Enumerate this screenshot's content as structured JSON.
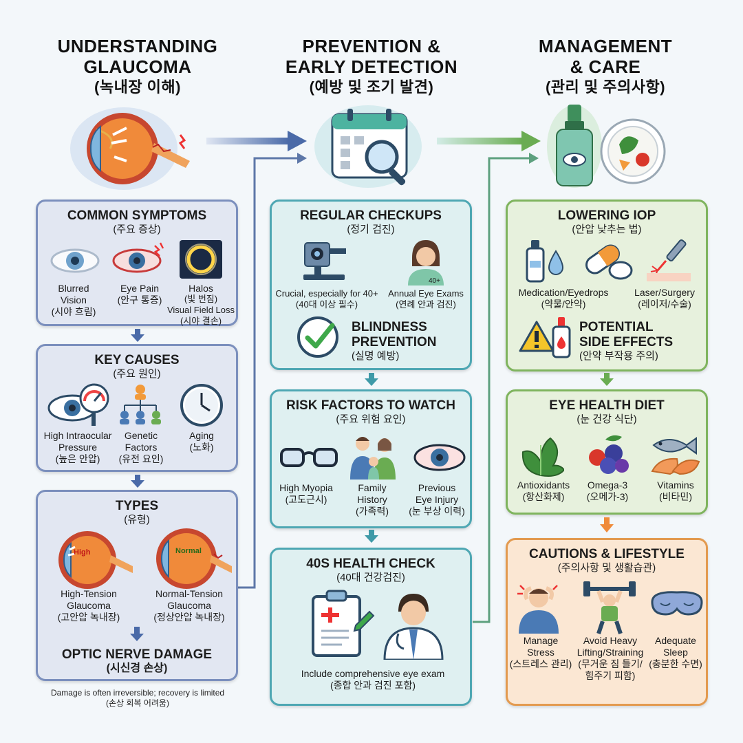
{
  "columns": [
    {
      "title_line1": "UNDERSTANDING",
      "title_line2": "GLAUCOMA",
      "title_ko": "(녹내장 이해)"
    },
    {
      "title_line1": "PREVENTION &",
      "title_line2": "EARLY DETECTION",
      "title_ko": "(예방 및 조기 발견)"
    },
    {
      "title_line1": "MANAGEMENT",
      "title_line2": "& CARE",
      "title_ko": "(관리 및 주의사항)"
    }
  ],
  "symptoms": {
    "title": "COMMON SYMPTOMS",
    "title_ko": "(주요 증상)",
    "items": [
      {
        "label1": "Blurred",
        "label2": "Vision",
        "label_ko": "(시야 흐림)"
      },
      {
        "label1": "Eye Pain",
        "label2": "",
        "label_ko": "(안구 통증)"
      },
      {
        "label1": "Halos",
        "label2": "(빛 번짐)",
        "label3": "Visual Field Loss",
        "label_ko": "(시야 결손)"
      }
    ]
  },
  "causes": {
    "title": "KEY CAUSES",
    "title_ko": "(주요 원인)",
    "items": [
      {
        "label1": "High Intraocular",
        "label2": "Pressure",
        "label_ko": "(높은 안압)"
      },
      {
        "label1": "Genetic",
        "label2": "Factors",
        "label_ko": "(유전 요인)"
      },
      {
        "label1": "Aging",
        "label2": "",
        "label_ko": "(노화)"
      }
    ]
  },
  "types": {
    "title": "TYPES",
    "title_ko": "(유형)",
    "items": [
      {
        "badge": "High",
        "label1": "High-Tension",
        "label2": "Glaucoma",
        "label_ko": "(고안압 녹내장)"
      },
      {
        "badge": "Normal",
        "label1": "Normal-Tension",
        "label2": "Glaucoma",
        "label_ko": "(정상안압 녹내장)"
      }
    ],
    "damage_title": "OPTIC NERVE DAMAGE",
    "damage_ko": "(시신경 손상)"
  },
  "damage_note": {
    "line1": "Damage is often irreversible; recovery is limited",
    "line2": "(손상 회복 어려움)"
  },
  "checkups": {
    "title": "REGULAR CHECKUPS",
    "title_ko": "(정기 검진)",
    "items": [
      {
        "label1": "Crucial, especially for 40+",
        "label_ko": "(40대 이상 필수)"
      },
      {
        "label1": "Annual Eye Exams",
        "label_ko": "(연례 안과 검진)",
        "badge": "40+"
      }
    ],
    "blindness_line1": "BLINDNESS",
    "blindness_line2": "PREVENTION",
    "blindness_ko": "(실명 예방)"
  },
  "risks": {
    "title": "RISK FACTORS TO WATCH",
    "title_ko": "(주요 위험 요인)",
    "items": [
      {
        "label1": "High Myopia",
        "label2": "",
        "label_ko": "(고도근시)"
      },
      {
        "label1": "Family",
        "label2": "History",
        "label_ko": "(가족력)"
      },
      {
        "label1": "Previous",
        "label2": "Eye Injury",
        "label_ko": "(눈 부상 이력)"
      }
    ]
  },
  "forties": {
    "title": "40S HEALTH CHECK",
    "title_ko": "(40대 건강검진)",
    "label1": "Include comprehensive eye exam",
    "label_ko": "(종합 안과 검진 포함)"
  },
  "iop": {
    "title": "LOWERING IOP",
    "title_ko": "(안압 낮추는 법)",
    "items": [
      {
        "label1": "Medication/Eyedrops",
        "label_ko": "(약물/안약)"
      },
      {
        "label1": "Laser/Surgery",
        "label_ko": "(레이저/수술)"
      }
    ],
    "side_line1": "POTENTIAL",
    "side_line2": "SIDE EFFECTS",
    "side_ko": "(안약 부작용 주의)"
  },
  "diet": {
    "title": "EYE HEALTH DIET",
    "title_ko": "(눈 건강 식단)",
    "items": [
      {
        "label1": "Antioxidants",
        "label_ko": "(항산화제)"
      },
      {
        "label1": "Omega-3",
        "label_ko": "(오메가-3)"
      },
      {
        "label1": "Vitamins",
        "label_ko": "(비타민)"
      }
    ]
  },
  "lifestyle": {
    "title": "CAUTIONS & LIFESTYLE",
    "title_ko": "(주의사항 및 생활습관)",
    "items": [
      {
        "label1": "Manage",
        "label2": "Stress",
        "label_ko": "(스트레스 관리)"
      },
      {
        "label1": "Avoid Heavy",
        "label2": "Lifting/Straining",
        "label_ko": "(무거운 짐 들기/",
        "label_ko2": "힘주기 피함)"
      },
      {
        "label1": "Adequate",
        "label2": "Sleep",
        "label_ko": "(충분한 수면)"
      }
    ]
  },
  "colors": {
    "blue": "#7b8fbd",
    "teal": "#4ea7b3",
    "green": "#7fb45e",
    "orange": "#e39a4f",
    "arrow_blue": "#4a6aa8"
  },
  "icons": [
    "eye-anatomy-icon",
    "calendar-magnifier-icon",
    "eyedrop-bottle-icon",
    "healthy-plate-icon"
  ]
}
